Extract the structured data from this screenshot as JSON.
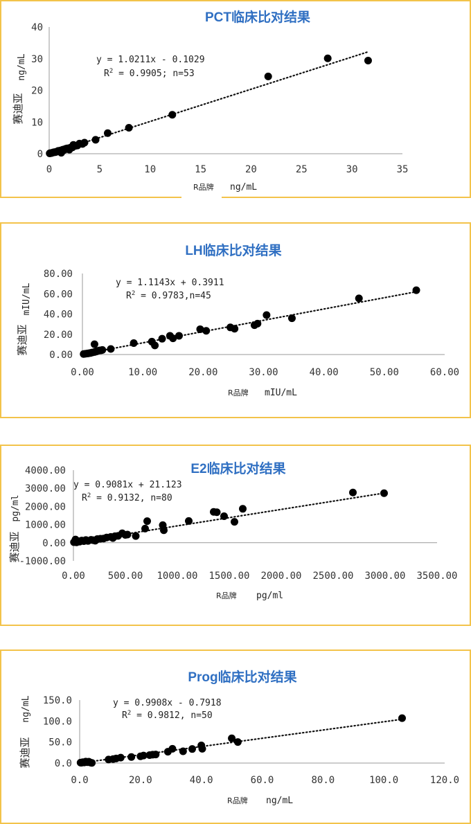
{
  "chart_data": [
    {
      "type": "scatter",
      "title": "PCT临床比对结果",
      "xlabel": "R品牌",
      "xunit": "ng/mL",
      "ylabel": "赛迪亚",
      "yunit": "ng/mL",
      "eq_line1": "y = 1.0211x - 0.1029",
      "eq_r2": "R",
      "eq_line2": " = 0.9905; n=53",
      "xlim": [
        0,
        35
      ],
      "ylim": [
        0,
        40
      ],
      "xticks": [
        "0",
        "5",
        "10",
        "15",
        "20",
        "25",
        "30",
        "35"
      ],
      "yticks": [
        "0",
        "10",
        "20",
        "30",
        "40"
      ],
      "trend": {
        "slope": 1.0211,
        "intercept": -0.1029
      },
      "points": [
        [
          0.05,
          0.1
        ],
        [
          0.1,
          0.2
        ],
        [
          0.2,
          0.2
        ],
        [
          0.3,
          0.3
        ],
        [
          0.4,
          0.4
        ],
        [
          0.5,
          0.5
        ],
        [
          0.6,
          0.5
        ],
        [
          0.7,
          0.6
        ],
        [
          0.8,
          0.7
        ],
        [
          0.9,
          0.9
        ],
        [
          1.0,
          0.8
        ],
        [
          1.1,
          1.0
        ],
        [
          1.2,
          0.3
        ],
        [
          1.3,
          1.2
        ],
        [
          1.4,
          1.3
        ],
        [
          1.5,
          1.2
        ],
        [
          1.6,
          1.5
        ],
        [
          1.7,
          1.6
        ],
        [
          1.8,
          1.7
        ],
        [
          2.0,
          1.3
        ],
        [
          2.1,
          1.9
        ],
        [
          2.3,
          2.0
        ],
        [
          2.4,
          2.8
        ],
        [
          2.6,
          2.5
        ],
        [
          2.8,
          2.6
        ],
        [
          3.0,
          3.2
        ],
        [
          3.3,
          3.1
        ],
        [
          3.5,
          3.5
        ],
        [
          4.6,
          4.4
        ],
        [
          5.8,
          6.5
        ],
        [
          7.9,
          8.2
        ],
        [
          12.2,
          12.3
        ],
        [
          21.7,
          24.4
        ],
        [
          27.6,
          30.1
        ],
        [
          31.6,
          29.4
        ]
      ]
    },
    {
      "type": "scatter",
      "title": "LH临床比对结果",
      "xlabel": "R品牌",
      "xunit": "mIU/mL",
      "ylabel": "赛迪亚",
      "yunit": "mIU/mL",
      "eq_line1": "y = 1.1143x + 0.3911",
      "eq_r2": "R",
      "eq_line2": " = 0.9783,n=45",
      "xlim": [
        0,
        60
      ],
      "ylim": [
        0,
        80
      ],
      "xticks": [
        "0.00",
        "10.00",
        "20.00",
        "30.00",
        "40.00",
        "50.00",
        "60.00"
      ],
      "yticks": [
        "0.00",
        "20.00",
        "40.00",
        "60.00",
        "80.00"
      ],
      "trend": {
        "slope": 1.1143,
        "intercept": 0.3911
      },
      "points": [
        [
          0.2,
          0.5
        ],
        [
          0.5,
          0.8
        ],
        [
          0.8,
          1.0
        ],
        [
          1.0,
          1.2
        ],
        [
          1.3,
          1.5
        ],
        [
          1.6,
          2.0
        ],
        [
          2.0,
          2.5
        ],
        [
          2.3,
          3.0
        ],
        [
          2.5,
          3.5
        ],
        [
          2.8,
          4.0
        ],
        [
          3.1,
          4.2
        ],
        [
          3.3,
          4.5
        ],
        [
          2.0,
          10.2
        ],
        [
          4.7,
          5.5
        ],
        [
          8.5,
          11.3
        ],
        [
          11.5,
          12.7
        ],
        [
          12.0,
          9.0
        ],
        [
          13.2,
          15.6
        ],
        [
          14.5,
          18.5
        ],
        [
          15.0,
          16.0
        ],
        [
          16.0,
          18.5
        ],
        [
          19.5,
          25.0
        ],
        [
          20.5,
          23.4
        ],
        [
          24.5,
          26.8
        ],
        [
          25.2,
          25.5
        ],
        [
          28.5,
          29.0
        ],
        [
          29.0,
          30.5
        ],
        [
          30.5,
          39.0
        ],
        [
          34.7,
          35.8
        ],
        [
          45.8,
          55.5
        ],
        [
          55.3,
          63.5
        ]
      ]
    },
    {
      "type": "scatter",
      "title": "E2临床比对结果",
      "xlabel": "R品牌",
      "xunit": "pg/ml",
      "ylabel": "赛迪亚",
      "yunit": "pg/ml",
      "eq_line1": "y = 0.9081x + 21.123",
      "eq_r2": "R",
      "eq_line2": " = 0.9132, n=80",
      "xlim": [
        0,
        3500
      ],
      "ylim": [
        -1000,
        4000
      ],
      "xticks": [
        "0.00",
        "500.00",
        "1000.00",
        "1500.00",
        "2000.00",
        "2500.00",
        "3000.00",
        "3500.00"
      ],
      "yticks": [
        "-1000.00",
        "0.00",
        "1000.00",
        "2000.00",
        "3000.00",
        "4000.00"
      ],
      "trend": {
        "slope": 0.9081,
        "intercept": 21.123
      },
      "points": [
        [
          5,
          30
        ],
        [
          20,
          180
        ],
        [
          30,
          20
        ],
        [
          45,
          90
        ],
        [
          60,
          60
        ],
        [
          80,
          120
        ],
        [
          100,
          90
        ],
        [
          120,
          150
        ],
        [
          140,
          100
        ],
        [
          170,
          160
        ],
        [
          190,
          140
        ],
        [
          210,
          110
        ],
        [
          230,
          200
        ],
        [
          260,
          220
        ],
        [
          290,
          230
        ],
        [
          320,
          290
        ],
        [
          360,
          320
        ],
        [
          380,
          260
        ],
        [
          400,
          360
        ],
        [
          430,
          380
        ],
        [
          470,
          520
        ],
        [
          500,
          430
        ],
        [
          520,
          450
        ],
        [
          600,
          370
        ],
        [
          690,
          780
        ],
        [
          710,
          1190
        ],
        [
          860,
          970
        ],
        [
          870,
          690
        ],
        [
          1110,
          1200
        ],
        [
          1350,
          1700
        ],
        [
          1380,
          1680
        ],
        [
          1450,
          1460
        ],
        [
          1550,
          1150
        ],
        [
          1630,
          1870
        ],
        [
          2690,
          2770
        ],
        [
          2990,
          2730
        ]
      ]
    },
    {
      "type": "scatter",
      "title": "Prog临床比对结果",
      "xlabel": "R品牌",
      "xunit": "ng/mL",
      "ylabel": "赛迪亚",
      "yunit": "ng/mL",
      "eq_line1": "y = 0.9908x - 0.7918",
      "eq_r2": "R",
      "eq_line2": " = 0.9812, n=50",
      "xlim": [
        0,
        120
      ],
      "ylim": [
        0,
        150
      ],
      "xticks": [
        "0.0",
        "20.0",
        "40.0",
        "60.0",
        "80.0",
        "100.0",
        "120.0"
      ],
      "yticks": [
        "0.0",
        "50.0",
        "100.0",
        "150.0"
      ],
      "trend": {
        "slope": 0.9908,
        "intercept": -0.7918
      },
      "points": [
        [
          0.3,
          1.0
        ],
        [
          0.6,
          0.8
        ],
        [
          1.0,
          2.0
        ],
        [
          1.5,
          1.5
        ],
        [
          2.0,
          3.5
        ],
        [
          2.5,
          2.0
        ],
        [
          3.0,
          3.2
        ],
        [
          3.5,
          1.2
        ],
        [
          4.0,
          0.5
        ],
        [
          9.5,
          8.5
        ],
        [
          11.0,
          9.5
        ],
        [
          12.0,
          11.0
        ],
        [
          13.5,
          13.0
        ],
        [
          17.0,
          14.5
        ],
        [
          20.0,
          16.0
        ],
        [
          21.0,
          18.0
        ],
        [
          23.0,
          19.0
        ],
        [
          24.0,
          20.0
        ],
        [
          25.0,
          20.5
        ],
        [
          29.0,
          27.0
        ],
        [
          30.5,
          34.0
        ],
        [
          34.0,
          28.0
        ],
        [
          37.0,
          33.5
        ],
        [
          40.0,
          42.0
        ],
        [
          40.3,
          34.0
        ],
        [
          50.0,
          59.0
        ],
        [
          52.0,
          50.0
        ],
        [
          106.0,
          107.0
        ]
      ]
    }
  ]
}
